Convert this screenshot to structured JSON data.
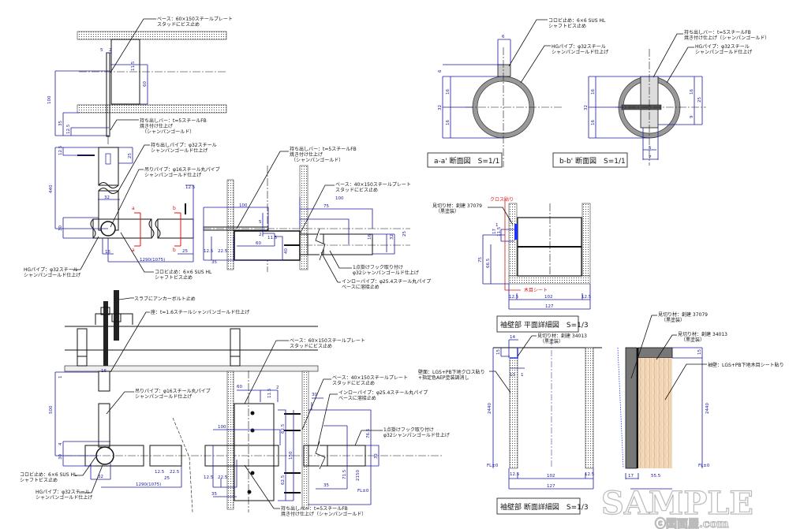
{
  "labels": {
    "base_60_top": [
      "ベース：60×150スチールプレート",
      "スタッドにビス止め"
    ],
    "bar_top": [
      "持ち出しバー：t=5スチールFB",
      "焼き付け仕上げ",
      "（シャンパンゴールド）"
    ],
    "pipe_out": [
      "持ち出しパイプ：φ32スチール",
      "シャンパンゴールド仕上げ"
    ],
    "hang_pipe_top": [
      "吊りパイプ：φ16スチール丸パイプ",
      "シャンパンゴールド仕上げ"
    ],
    "hg_pipe_top": [
      "HGパイプ：φ32スチール",
      "シャンパンゴールド仕上げ"
    ],
    "korobi_top": [
      "コロビ止め：6×6 SUS HL",
      "シャフトビス止め"
    ],
    "bar_mid": [
      "持ち出しバー：t=5スチールFB",
      "焼き付け仕上げ",
      "（シャンパンゴールド）"
    ],
    "base_40_mid": [
      "ベース：40×150スチールプレート",
      "スタッドにビス止め"
    ],
    "hook_mid": [
      "1点掛けフック取り付け",
      "φ32シャンパンゴールド仕上げ"
    ],
    "inlow_mid": [
      "インローパイプ：φ25.4スチール丸パイプ",
      "ベースに溶接止め"
    ],
    "korobi_aa": [
      "コロビ止め：6×6 SUS HL",
      "シャフトビス止め"
    ],
    "hg_aa": [
      "HGパイプ：φ32スチール",
      "シャンパンゴールド仕上げ"
    ],
    "bar_bb": [
      "持ち出しバー：t=5スチールFB",
      "焼き付け仕上げ（シャンパンゴールド）"
    ],
    "hg_bb": [
      "HGパイプ：φ32スチール",
      "シャンパンゴールド仕上げ"
    ],
    "cross": [
      "クロス貼り"
    ],
    "mikiri_plan": [
      "見切り材：創建 37079",
      "（黒塗装）"
    ],
    "wood_sheet": [
      "木目シート"
    ],
    "anchor": [
      "スラブにアンカーボルト止め"
    ],
    "seat": [
      "座：t=1.6スチールシャンパンゴールド仕上げ"
    ],
    "base_60_bot": [
      "ベース：60×150スチールプレート",
      "スタッドにビス止め"
    ],
    "base_40_bot": [
      "ベース：40×150スチールプレート",
      "スタッドにビス止め"
    ],
    "inlow_bot": [
      "インローパイプ：φ25.4スチール丸パイプ",
      "ベースに溶接止め"
    ],
    "hook_bot": [
      "1点掛けフック取り付け",
      "φ32シャンパンゴールド仕上げ"
    ],
    "hang_pipe_bot": [
      "吊りパイプ：φ16スチール丸パイプ",
      "シャンパンゴールド仕上げ"
    ],
    "korobi_bot": [
      "コロビ止め：6×6 SUS HL",
      "シャフトビス止め"
    ],
    "hg_bot": [
      "HGパイプ：φ32スチール",
      "シャンパンゴールド仕上げ"
    ],
    "bar_bot": [
      "持ち出しバー：t=5スチールFB",
      "焼き付け仕上げ（シャンパンゴールド）"
    ],
    "wall_sec": [
      "壁面：LGS+PB下地クロス貼り",
      "+指定色AEP塗装調消し"
    ],
    "mikiri_34013_l": [
      "見切り材：創建 34013",
      "（黒塗装）"
    ],
    "mikiri_37079_r": [
      "見切り材：創建 37079",
      "（黒塗装）"
    ],
    "mikiri_34013_r": [
      "見切り材：創建 34013",
      "（黒塗装）"
    ],
    "sodekabe": [
      "袖壁：LGS+PB下地木目シート貼り"
    ]
  },
  "titles": {
    "aa": "a-a' 断面図　S=1/1",
    "bb": "b-b' 断面図　S=1/1",
    "plan": "袖壁部 平面詳細図　S=1/3",
    "section": "袖壁部 断面詳細図　S=1/3"
  },
  "markers": {
    "a": "a",
    "b": "b"
  },
  "dims": {
    "t5": "5",
    "t2": "2",
    "t115": "11.5",
    "t60": "60",
    "t100": "100",
    "t35": "35",
    "t125": "12.5",
    "p125": "12.5",
    "p25": "25",
    "p440": "440",
    "p32": "32",
    "p30": "30",
    "p16": "16",
    "p1290": "1290(1075)",
    "p125b": "12.5",
    "p25b": "25",
    "m100": "100",
    "m5": "5",
    "m2": "2",
    "m60": "60",
    "m115": "11.5",
    "m40": "40",
    "m125": "12.5",
    "m225": "22.5",
    "m35": "35",
    "m100b": "100",
    "m75": "75",
    "m25": "25",
    "m32": "32",
    "m16": "16",
    "a6": "6",
    "a6h": "6",
    "a16a": "16",
    "a32": "32",
    "a16b": "16",
    "b16a": "16",
    "b32": "32",
    "b16b": "16",
    "b16c": "16",
    "b25": "25",
    "b9": "9",
    "b5": "5",
    "b7": "7",
    "pl1": "1",
    "pl17": "17",
    "pl115": "11.5",
    "pl75": "75",
    "pl665": "66.5",
    "pl125a": "12.5",
    "pl102": "102",
    "pl125b": "12.5",
    "pl127": "127",
    "s14": "14",
    "s15": "15",
    "s13": "13",
    "s1": "1",
    "s2440": "2440",
    "sfl": "FL±0",
    "s125a": "12.5",
    "s102": "102",
    "s125b": "12.5",
    "s127": "127",
    "r15": "15",
    "r2440": "2440",
    "rfl": "FL±0",
    "r17": "17",
    "r55": "55.5",
    "q1": "1",
    "q16": "16",
    "q500": "500",
    "q4": "4",
    "q30": "30",
    "q32": "32",
    "q1290": "1290(1075)",
    "q125": "12.5",
    "q225": "22.5",
    "q25": "25",
    "q125b": "12.5",
    "q225b": "22.5",
    "q35": "35",
    "q60": "60",
    "q115": "11.5",
    "q625a": "62.5",
    "q150": "150",
    "q625b": "62.5",
    "q100": "100",
    "q2": "2",
    "q30b": "30",
    "q765": "76.5",
    "q715": "71.5",
    "q35b": "35",
    "q32b": "32",
    "q2150": "2150",
    "qfl": "FL±0"
  },
  "watermark": {
    "main": "SAMPLE",
    "sub": "ⓒ図面屋.com"
  }
}
